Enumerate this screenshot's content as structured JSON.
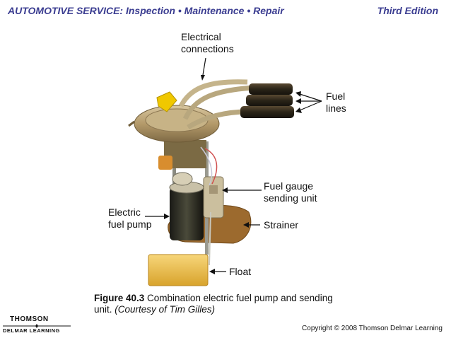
{
  "header": {
    "title": "AUTOMOTIVE SERVICE: Inspection • Maintenance • Repair",
    "edition": "Third Edition"
  },
  "labels": {
    "electrical_connections": [
      "Electrical",
      "connections"
    ],
    "fuel_lines": [
      "Fuel",
      "lines"
    ],
    "fuel_gauge": [
      "Fuel gauge",
      "sending unit"
    ],
    "electric_fuel_pump": [
      "Electric",
      "fuel pump"
    ],
    "strainer": "Strainer",
    "float": "Float"
  },
  "caption": {
    "figure": "Figure 40.3",
    "text": "Combination electric fuel pump and sending",
    "text2": "unit.",
    "credit": "(Courtesy of Tim Gilles)"
  },
  "footer": {
    "logo_top": "THOMSON",
    "logo_bottom": "DELMAR LEARNING",
    "copyright": "Copyright © 2008 Thomson Delmar Learning"
  }
}
